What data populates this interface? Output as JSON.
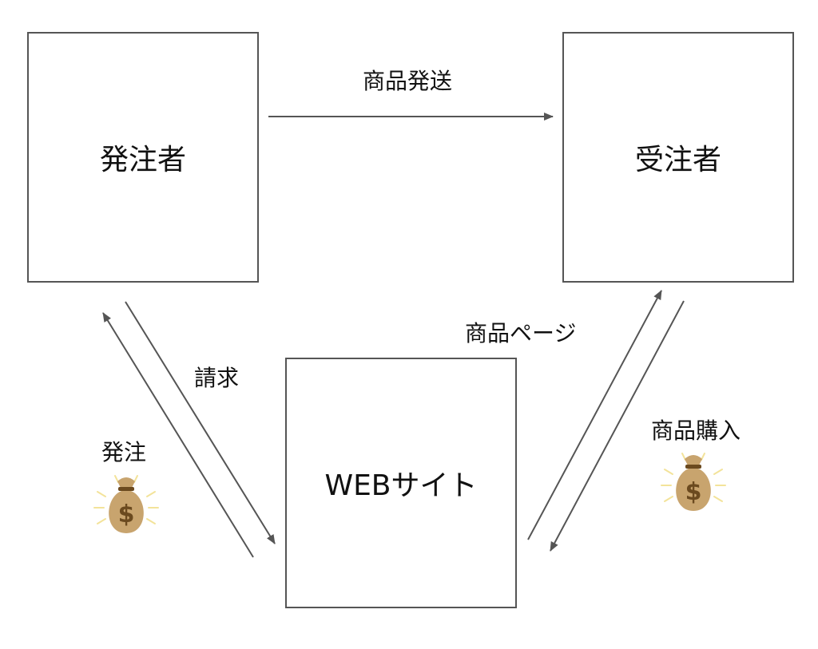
{
  "nodes": {
    "orderer": "発注者",
    "contractor": "受注者",
    "website": "WEBサイト"
  },
  "edges": {
    "ship": "商品発送",
    "product_page": "商品ページ",
    "billing": "請求",
    "order": "発注",
    "purchase": "商品購入"
  },
  "icons": {
    "money_bag_order": "money-bag-icon",
    "money_bag_purchase": "money-bag-icon"
  },
  "colors": {
    "line": "#555555",
    "box_border": "#555555",
    "money_bag": "#c8a46e",
    "money_bag_dark": "#6b4a1f",
    "sparkle": "#f3e39a"
  }
}
